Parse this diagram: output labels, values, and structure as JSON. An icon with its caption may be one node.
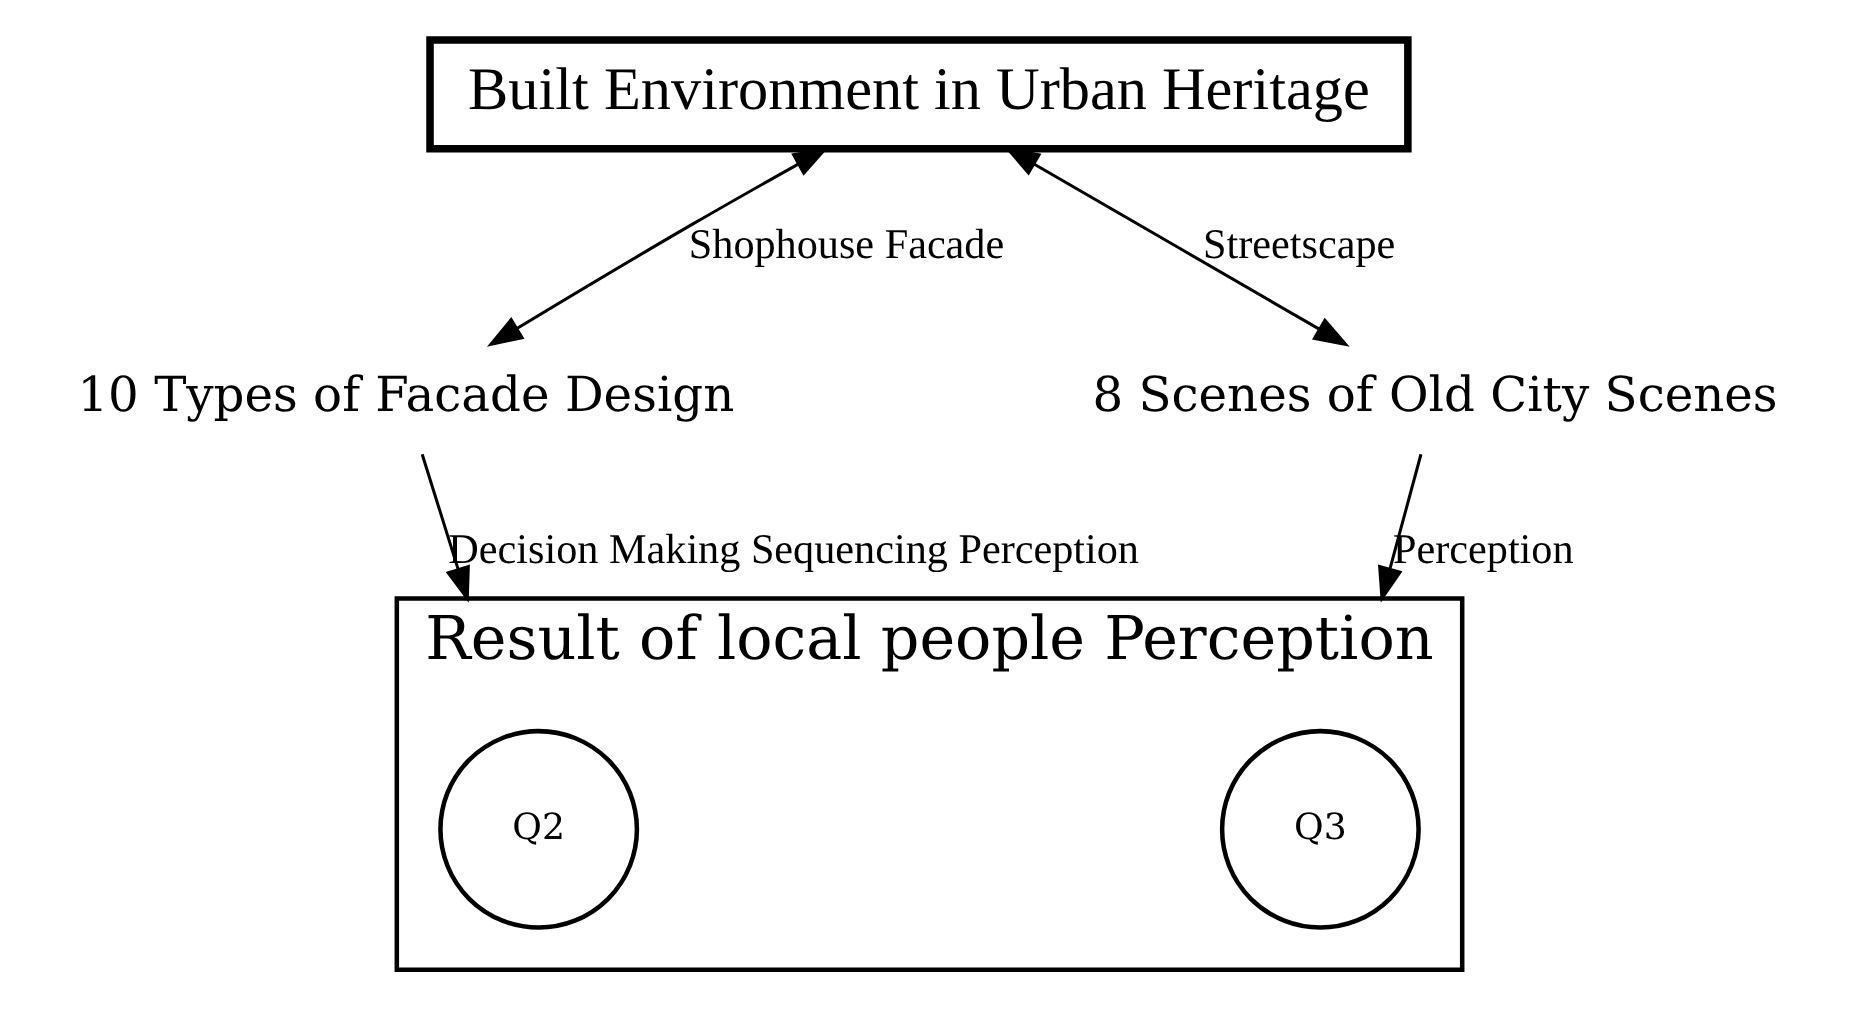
{
  "diagram": {
    "nodes": [
      {
        "text": [
          "Built Environment in Urban Heritage"
        ]
      },
      {
        "text": [
          "10 Types of Facade Design"
        ]
      },
      {
        "text": [
          "8 Scenes of Old City Scenes"
        ]
      },
      {
        "text": [
          "Result of local people Perception"
        ]
      },
      {
        "text": [
          "Q2"
        ],
        "in": 3
      },
      {
        "text": [
          "Q3"
        ],
        "in": 3
      }
    ],
    "edges": [
      {
        "from": 0,
        "to": 1,
        "arrow": "both",
        "label": "Shophouse Facade"
      },
      {
        "from": 0,
        "to": 2,
        "arrow": "both",
        "label": "Streetscape"
      },
      {
        "from": 1,
        "to": 3,
        "arrow": "to",
        "label": "Decision Making Sequencing Perception"
      },
      {
        "from": 2,
        "to": 3,
        "arrow": "to",
        "label": "Perception"
      }
    ]
  }
}
